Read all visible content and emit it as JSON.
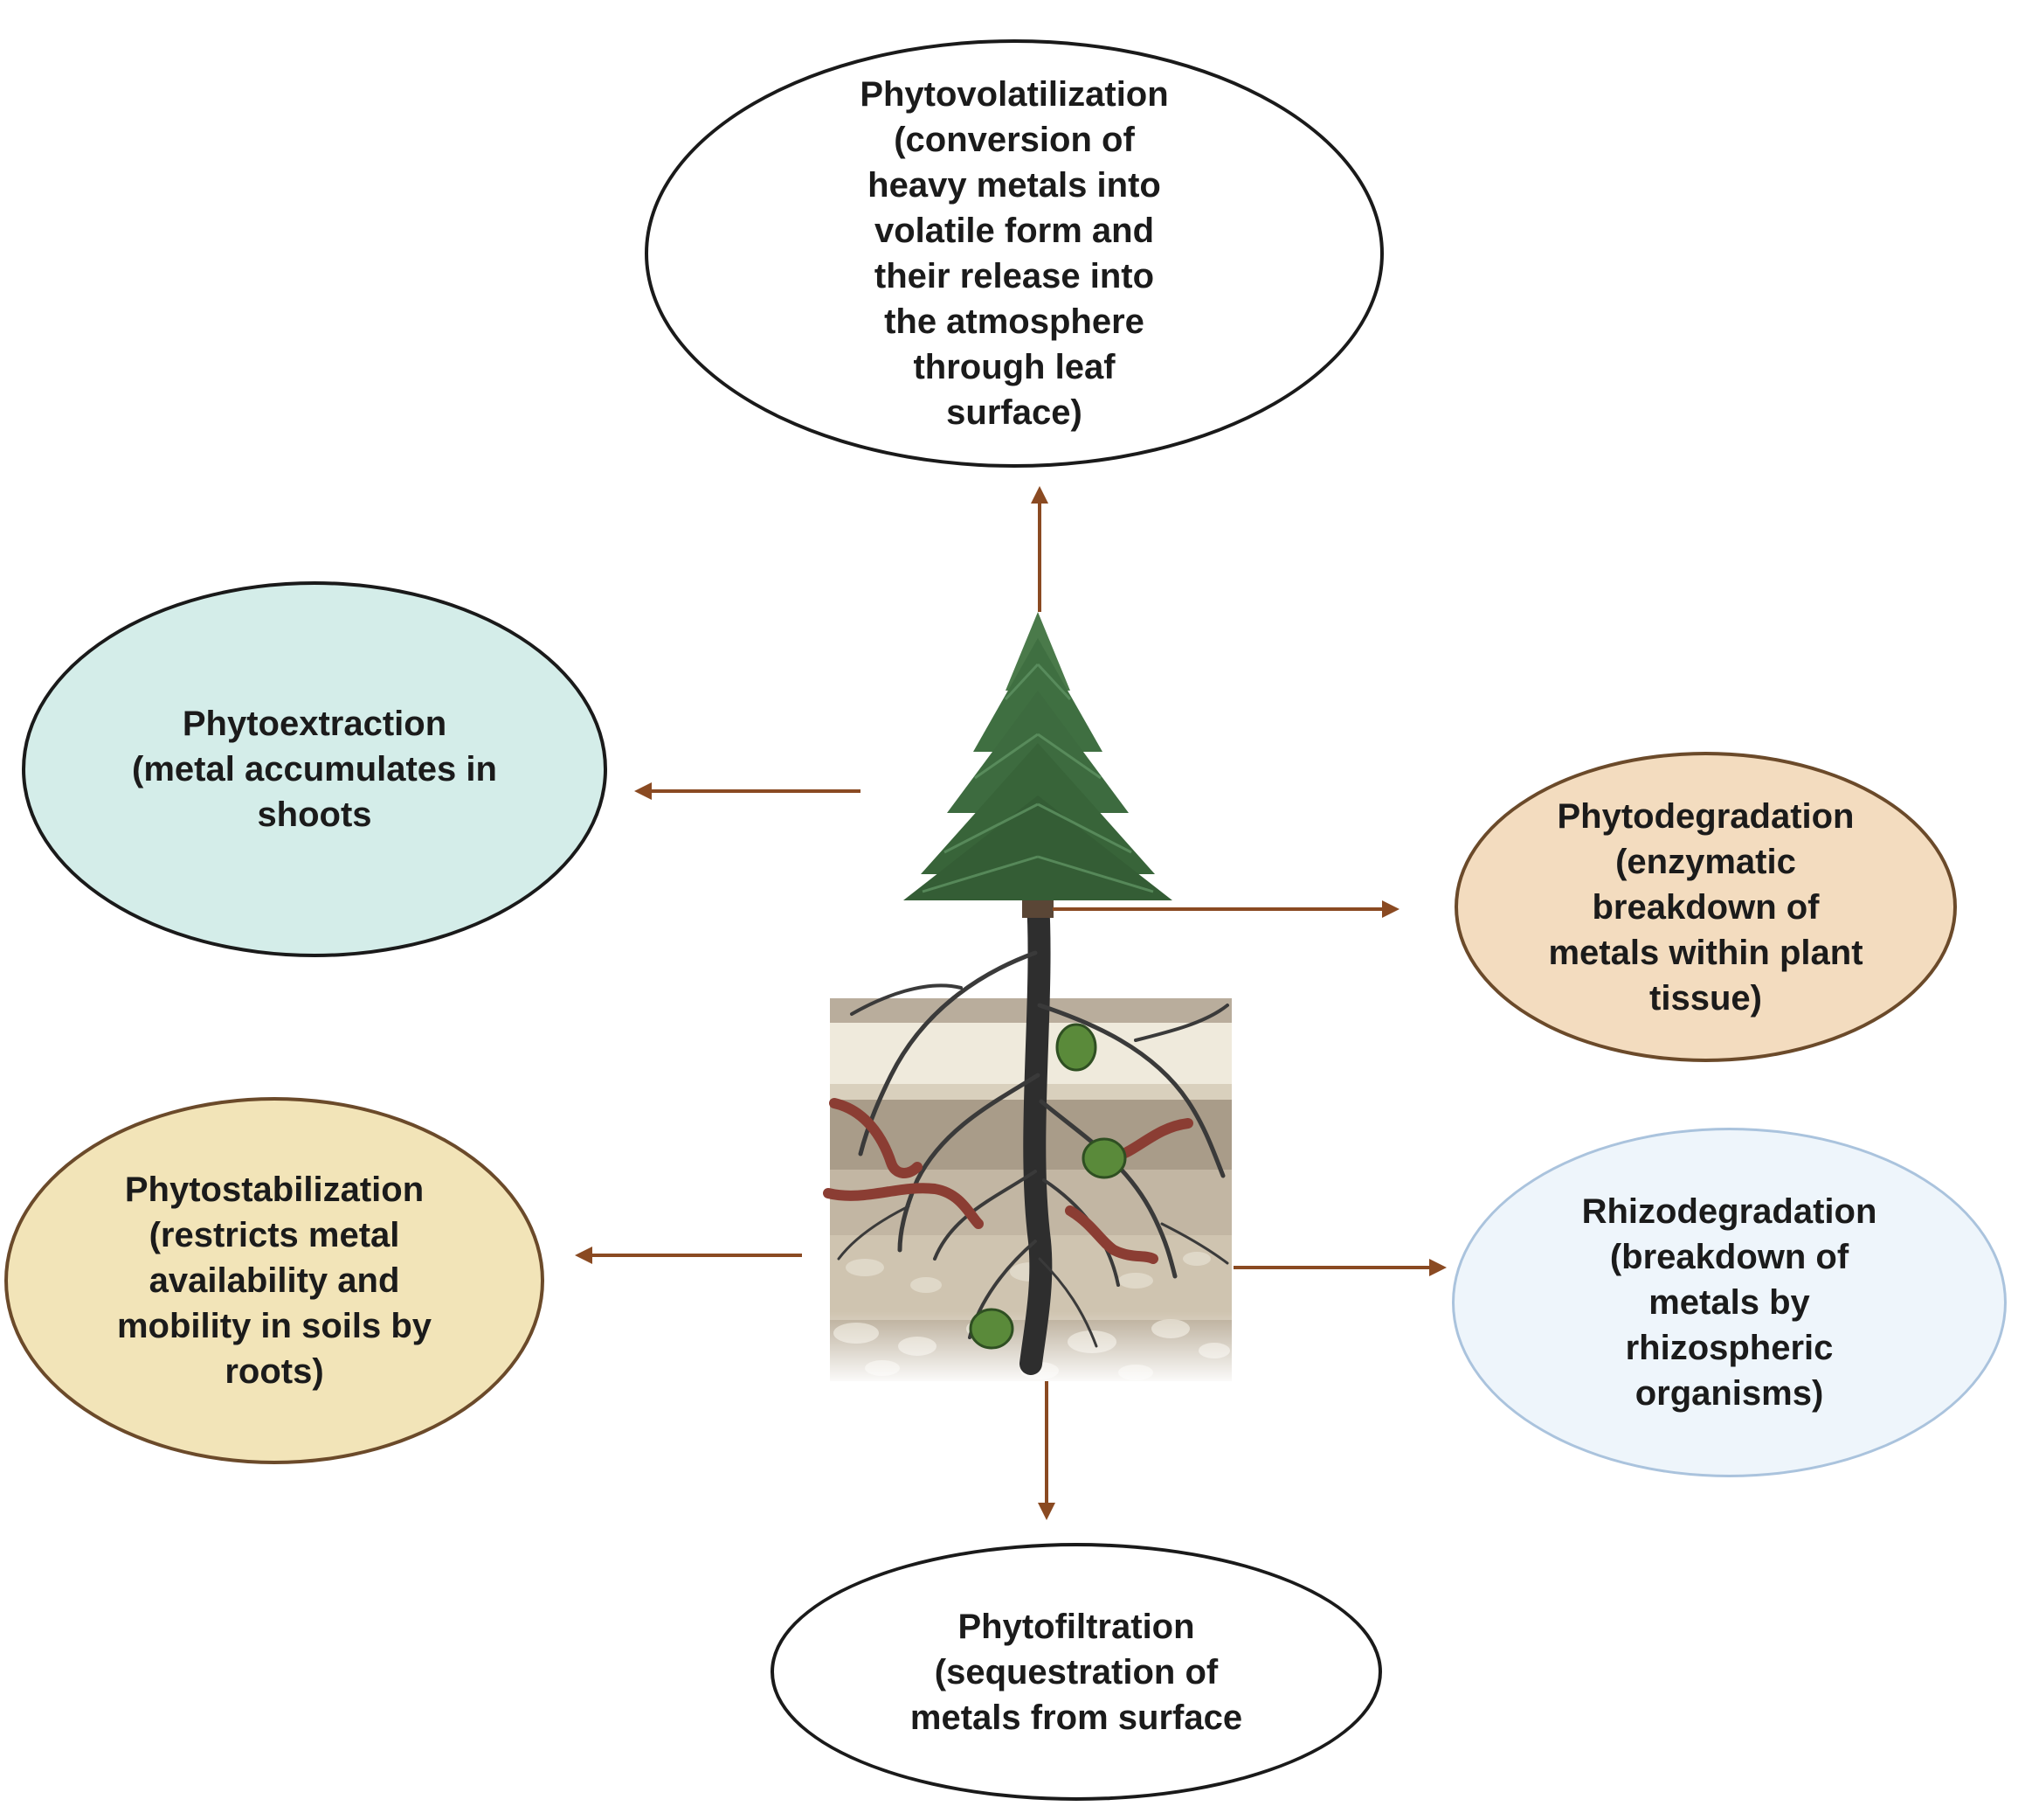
{
  "colors": {
    "arrow": "#8a4a22",
    "outline_dark": "#1a1a1a",
    "phytoextraction_fill": "#d4ede9",
    "phytodegradation_fill": "#f3dcbf",
    "phytostabilization_fill": "#f2e4b8",
    "rhizodegradation_fill": "#eef5fb",
    "rhizodegradation_border": "#aac3dd",
    "tree_foliage": "#3d6b3f",
    "trunk": "#2e2e2e",
    "worm": "#8b3d33",
    "soil_light": "#ece6d6",
    "soil_mid": "#b7aa97",
    "soil_dark": "#9c8f7e"
  },
  "nodes": {
    "phytovolatilization": {
      "lines": [
        "Phytovolatilization",
        "(conversion of",
        "heavy metals into",
        "volatile form and",
        "their release into",
        "the atmosphere",
        "through leaf",
        "surface)"
      ]
    },
    "phytoextraction": {
      "lines": [
        "Phytoextraction",
        "(metal accumulates in",
        "shoots"
      ]
    },
    "phytodegradation": {
      "lines": [
        "Phytodegradation",
        "(enzymatic",
        "breakdown of",
        "metals within plant",
        "tissue)"
      ]
    },
    "phytostabilization": {
      "lines": [
        "Phytostabilization",
        "(restricts metal",
        "availability and",
        "mobility in soils by",
        "roots)"
      ]
    },
    "rhizodegradation": {
      "lines": [
        "Rhizodegradation",
        "(breakdown of",
        "metals by",
        "rhizospheric",
        "organisms)"
      ]
    },
    "phytofiltration": {
      "lines": [
        "Phytofiltration",
        "(sequestration of",
        "metals from surface"
      ]
    }
  },
  "illustration": {
    "icon": "tree-with-roots-in-soil-icon"
  }
}
